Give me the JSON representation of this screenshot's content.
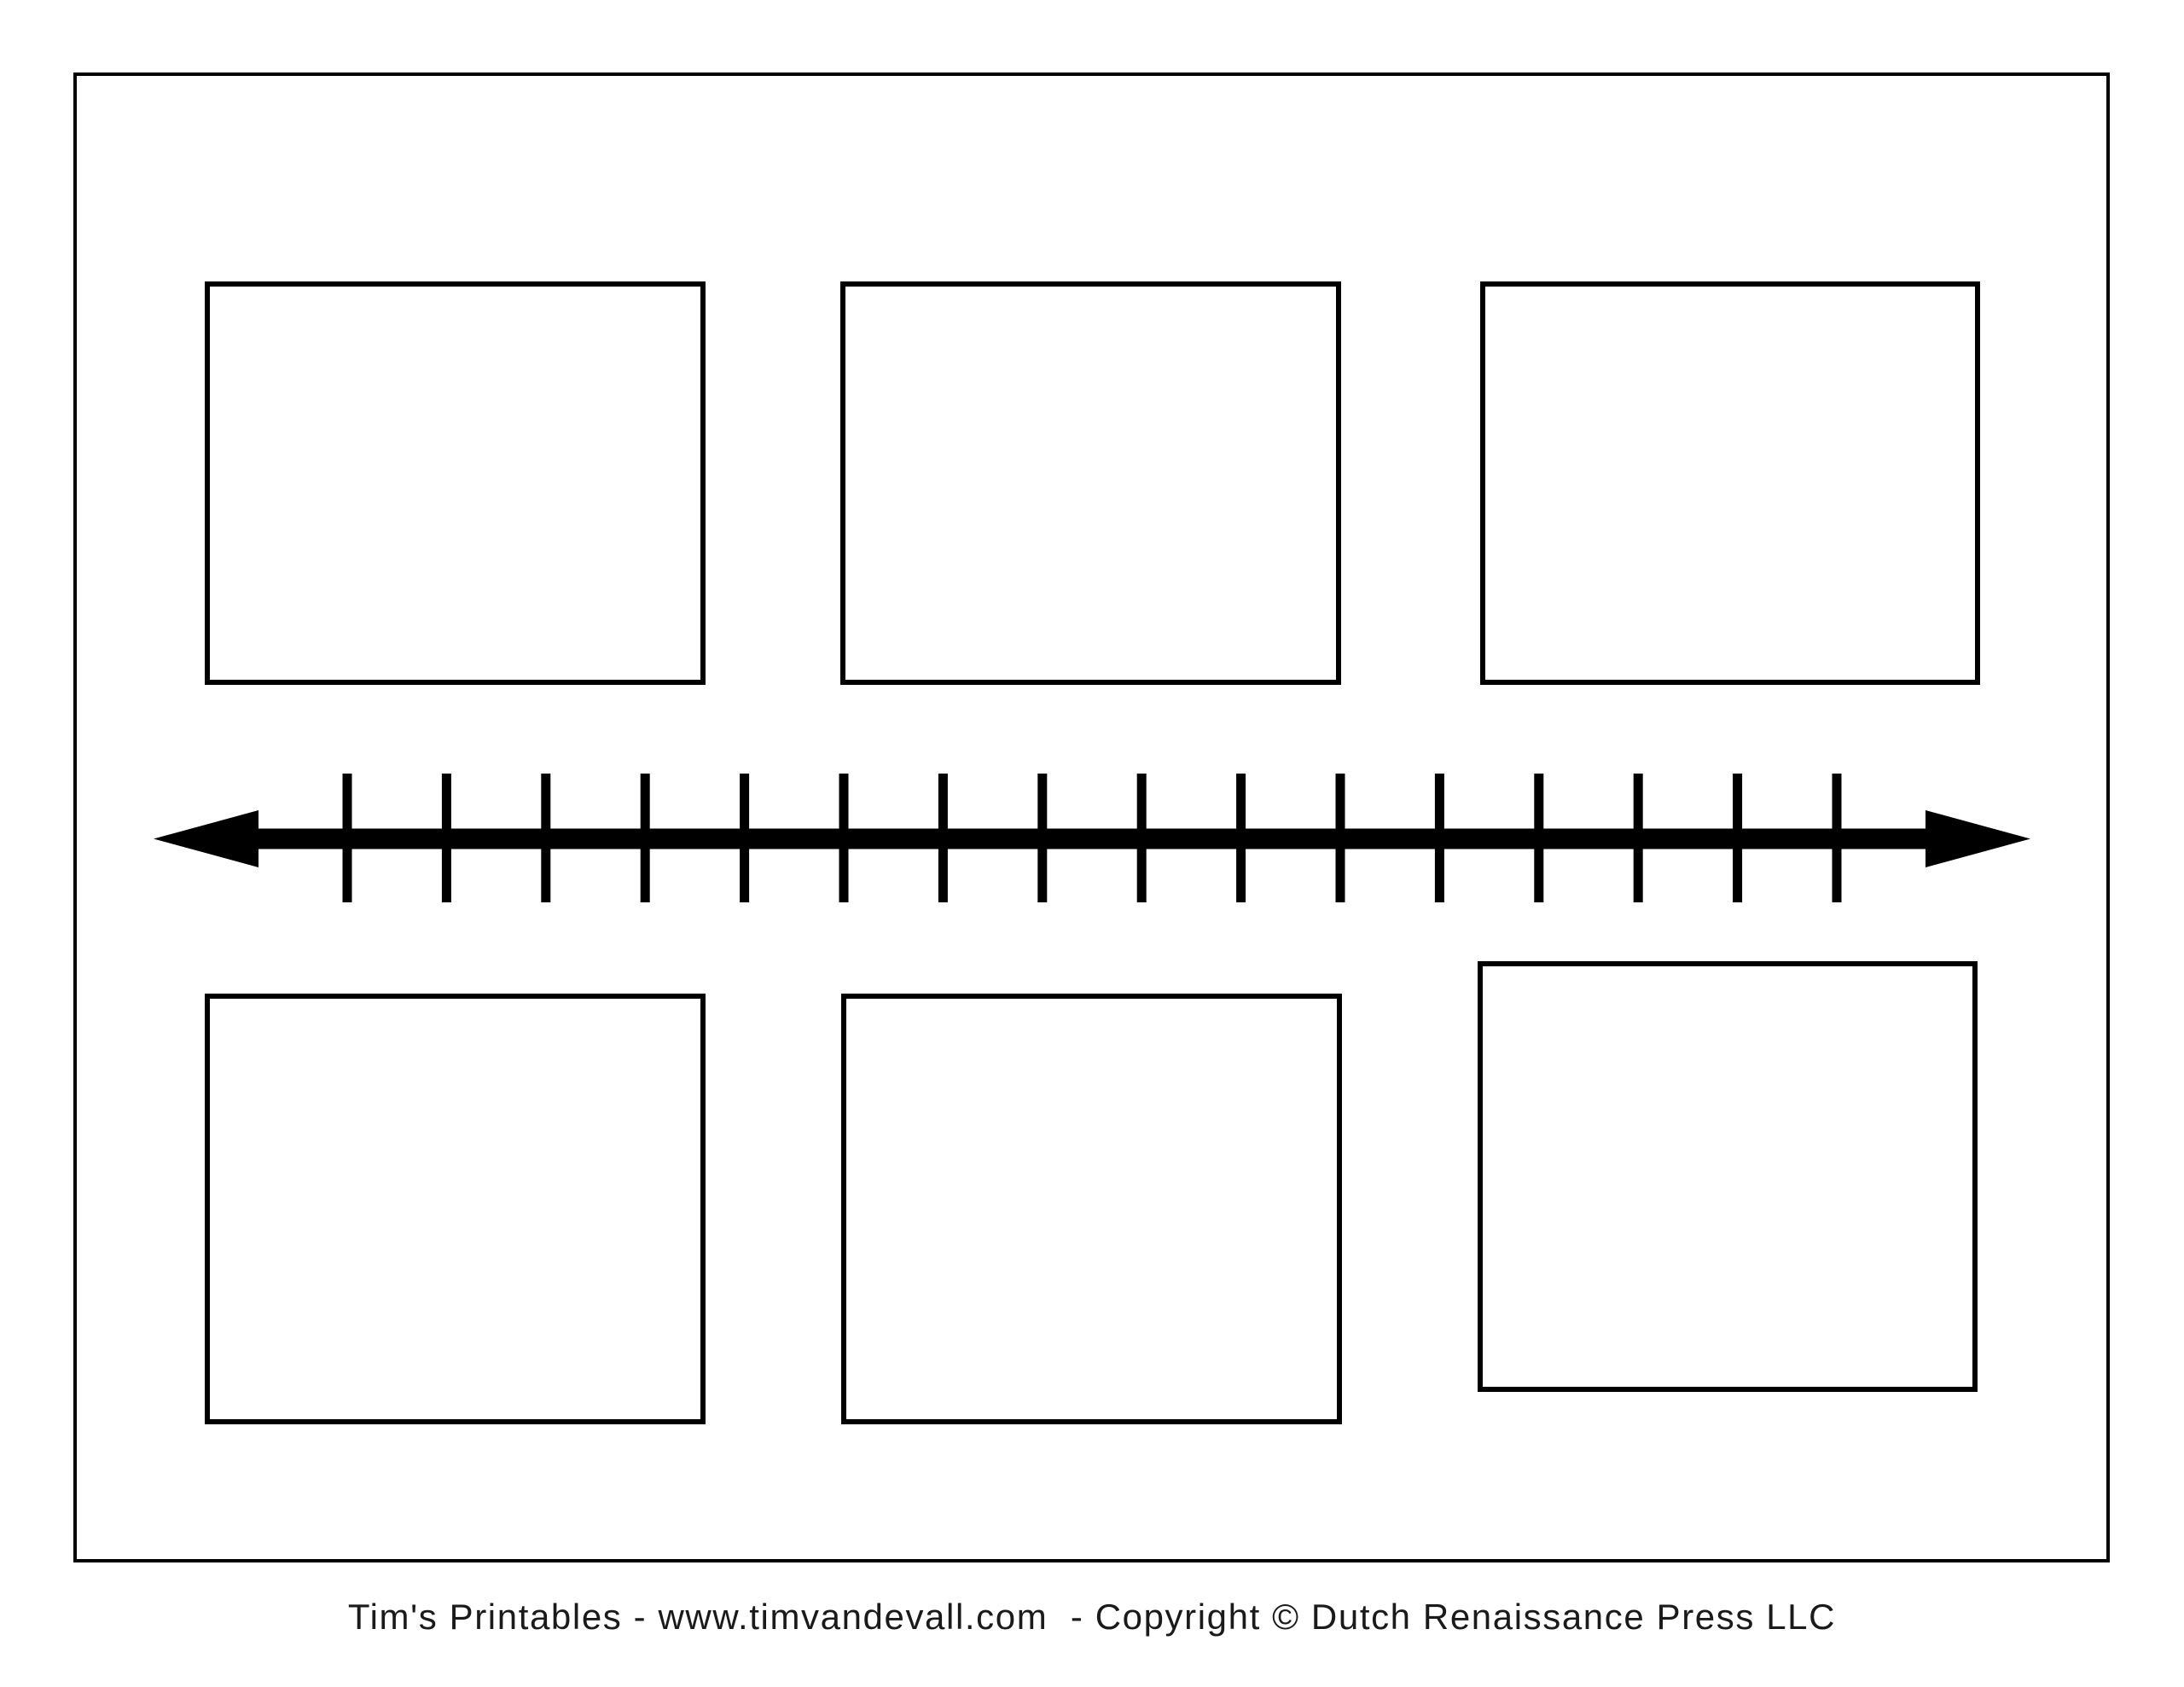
{
  "document": {
    "kind": "blank-timeline-template",
    "footer_credit": "Tim's Printables - www.timvandevall.com  - Copyright © Dutch Renaissance Press LLC"
  },
  "colors": {
    "background": "#ffffff",
    "line": "#000000",
    "text": "#1a1a1a"
  },
  "timeline": {
    "orientation": "horizontal",
    "tick_count": 16,
    "double_headed": true,
    "color": "#000000"
  },
  "boxes": {
    "count": 6,
    "rows": 2,
    "columns": 3,
    "fill": "#ffffff",
    "border_color": "#000000"
  }
}
